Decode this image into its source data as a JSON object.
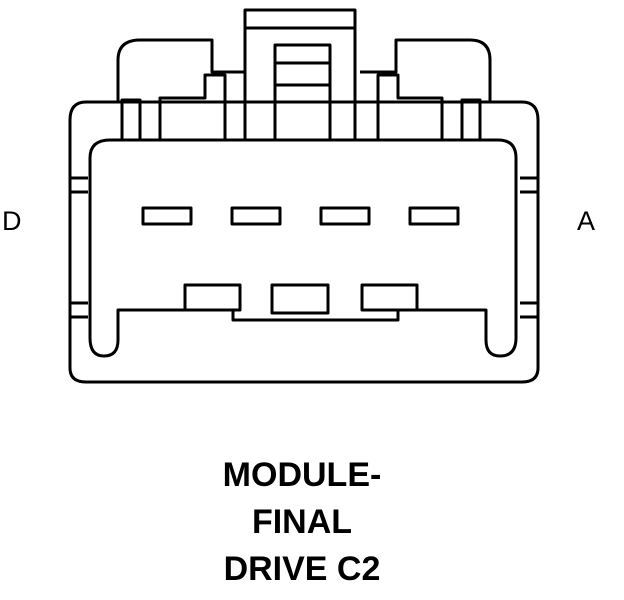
{
  "pin_labels": {
    "left": "D",
    "right": "A"
  },
  "caption": {
    "line1": "MODULE-",
    "line2": "FINAL",
    "line3": "DRIVE C2"
  },
  "colors": {
    "stroke": "#000000",
    "background": "#ffffff"
  }
}
